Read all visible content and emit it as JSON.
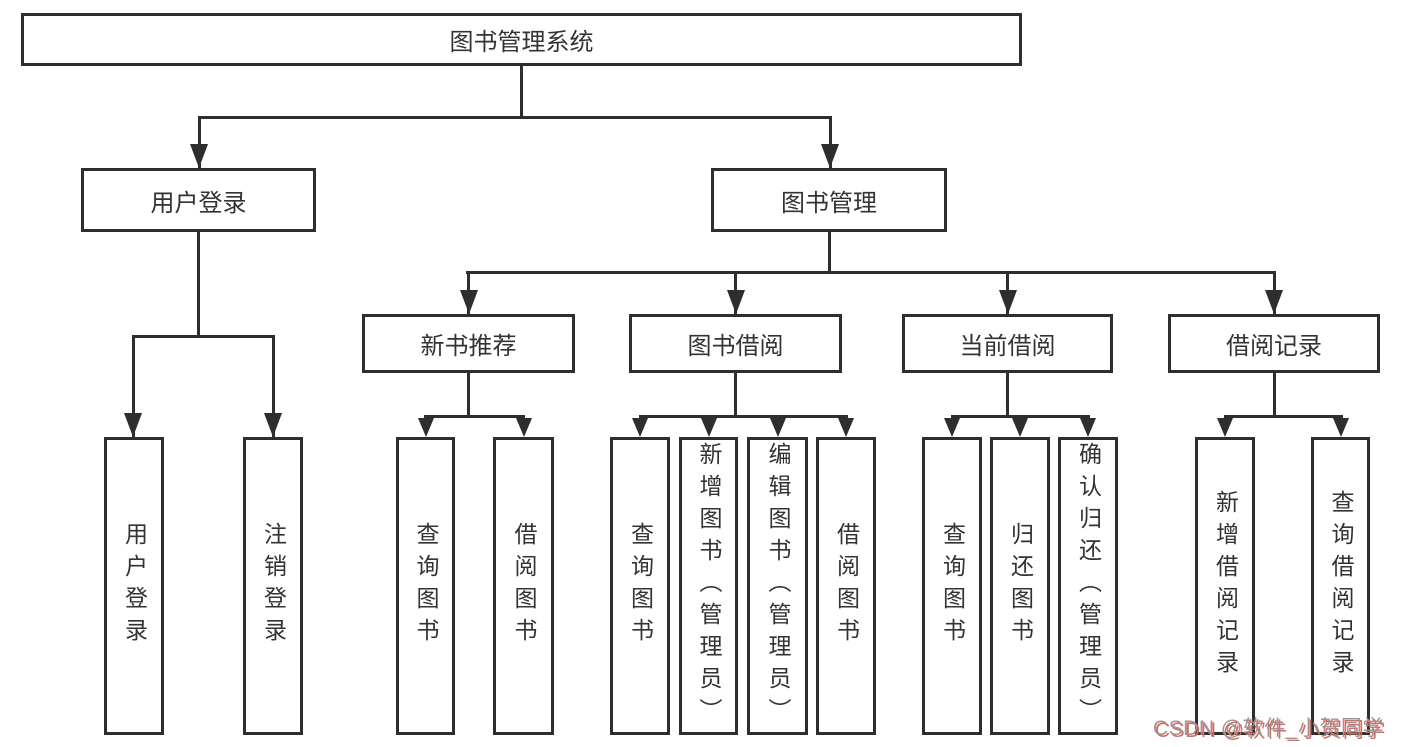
{
  "tree": {
    "root": {
      "label": "图书管理系统"
    },
    "branches": [
      {
        "label": "用户登录",
        "children": [
          {
            "label": "用户登录"
          },
          {
            "label": "注销登录"
          }
        ]
      },
      {
        "label": "图书管理",
        "sections": [
          {
            "label": "新书推荐",
            "children": [
              {
                "label": "查询图书"
              },
              {
                "label": "借阅图书"
              }
            ]
          },
          {
            "label": "图书借阅",
            "children": [
              {
                "label": "查询图书"
              },
              {
                "label": "新增图书（管理员）"
              },
              {
                "label": "编辑图书（管理员）"
              },
              {
                "label": "借阅图书"
              }
            ]
          },
          {
            "label": "当前借阅",
            "children": [
              {
                "label": "查询图书"
              },
              {
                "label": "归还图书"
              },
              {
                "label": "确认归还（管理员）"
              }
            ]
          },
          {
            "label": "借阅记录",
            "children": [
              {
                "label": "新增借阅记录"
              },
              {
                "label": "查询借阅记录"
              }
            ]
          }
        ]
      }
    ]
  },
  "watermark": {
    "text": "CSDN @软件_小贺同学"
  },
  "colors": {
    "line": "#2e2e2e",
    "text": "#333333",
    "box_fill": "#ffffff",
    "background": "#ffffff",
    "watermark_text": "#96969e",
    "watermark_shadow": "#e0685a"
  }
}
